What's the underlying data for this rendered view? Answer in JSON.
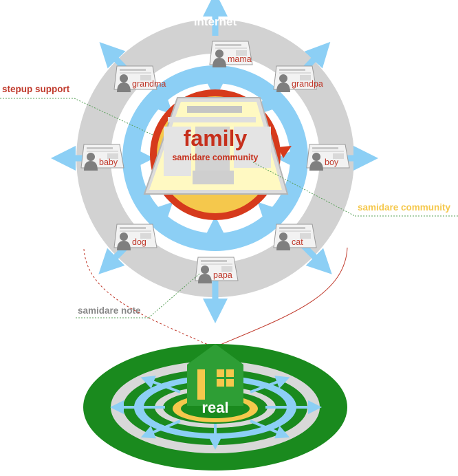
{
  "title_internet": "internet",
  "center": {
    "title": "family",
    "subtitle": "samidare community"
  },
  "members": [
    {
      "id": "mama",
      "label": "mama"
    },
    {
      "id": "grandma",
      "label": "grandma"
    },
    {
      "id": "grandpa",
      "label": "grandpa"
    },
    {
      "id": "baby",
      "label": "baby"
    },
    {
      "id": "boy",
      "label": "boy"
    },
    {
      "id": "dog",
      "label": "dog"
    },
    {
      "id": "cat",
      "label": "cat"
    },
    {
      "id": "papa",
      "label": "papa"
    }
  ],
  "callouts": {
    "stepup_support": "stepup support",
    "samidare_community": "samidare community",
    "samidare_note": "samidare note"
  },
  "real_label": "real",
  "colors": {
    "outer_ring": "#d2d2d2",
    "blue_ring": "#8ccff5",
    "accent_red": "#c0392b",
    "accent_yellow": "#f5c84c",
    "note_gray": "#888888",
    "green_dark": "#1a8a1e",
    "green_house": "#2e9e35"
  }
}
